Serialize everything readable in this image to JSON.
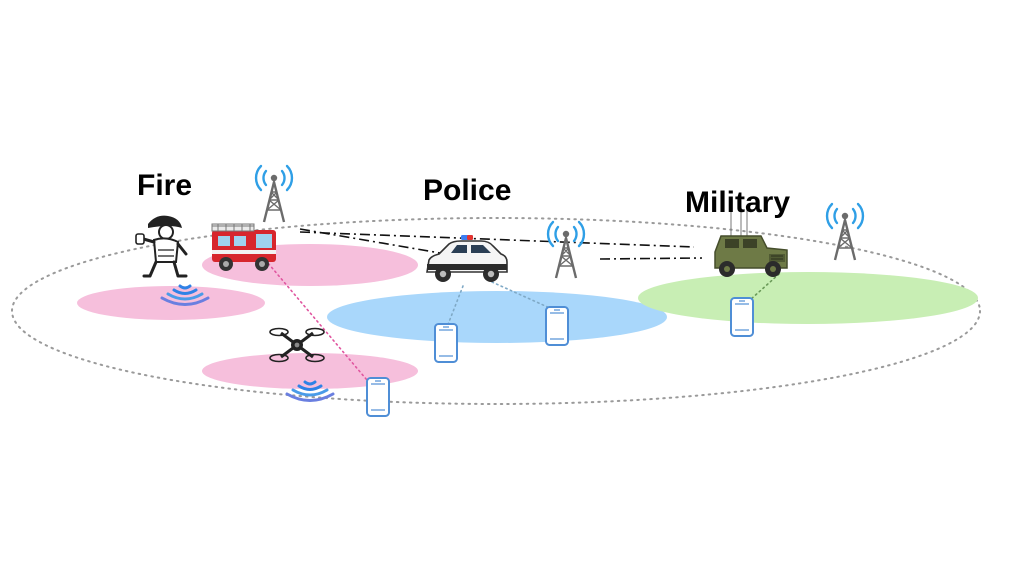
{
  "diagram": {
    "labels": {
      "fire": "Fire",
      "police": "Police",
      "military": "Military"
    },
    "colors": {
      "fire_zone": "#f6bfdc",
      "police_zone": "#a9d7fb",
      "military_zone": "#c8eeb4",
      "boundary": "#9a9a9a",
      "fire_link": "#e0559f",
      "police_link": "#7fa9c6",
      "military_link": "#6a9a58",
      "backhaul": "#111111",
      "signal": "#2f82e6",
      "tower": "#6b6b6b",
      "device": "#4f8ed6"
    },
    "icons": {
      "tower": "cell-tower-icon",
      "phone": "phone-icon",
      "signal": "wifi-signal-icon",
      "firefighter": "firefighter-icon",
      "fire_truck": "fire-truck-icon",
      "drone": "drone-icon",
      "police_car": "police-car-icon",
      "military_vehicle": "military-vehicle-icon"
    }
  }
}
